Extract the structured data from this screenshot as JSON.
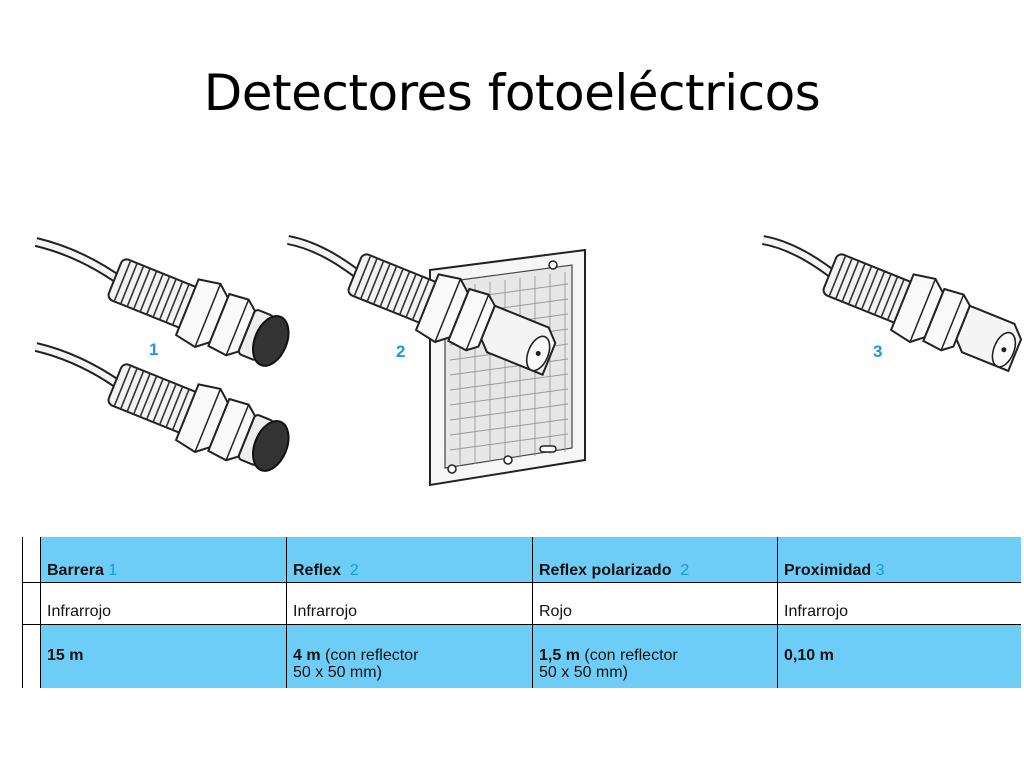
{
  "title": "Detectores fotoeléctricos",
  "colors": {
    "accent": "#1a9ad6",
    "row_fill": "#6dcdf7"
  },
  "callouts": [
    "1",
    "2",
    "3"
  ],
  "table": {
    "headers": [
      {
        "label": "Barrera",
        "ref": "1"
      },
      {
        "label": "Reflex",
        "ref": "2"
      },
      {
        "label": "Reflex polarizado",
        "ref": "2"
      },
      {
        "label": "Proximidad",
        "ref": "3"
      }
    ],
    "types": [
      "Infrarrojo",
      "Infrarrojo",
      "Rojo",
      "Infrarrojo"
    ],
    "ranges": [
      {
        "value": "15 m",
        "note1": "",
        "note2": ""
      },
      {
        "value": "4 m",
        "note1": " (con reflector",
        "note2": "50 x 50 mm)"
      },
      {
        "value": "1,5 m",
        "note1": " (con reflector",
        "note2": "50 x 50 mm)"
      },
      {
        "value": "0,10 m",
        "note1": "",
        "note2": ""
      }
    ]
  }
}
